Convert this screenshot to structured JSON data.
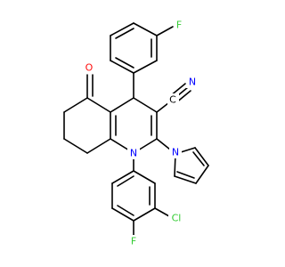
{
  "molecule": {
    "atoms": {
      "o_ketone": {
        "label": "O",
        "color": "#ff0d0d"
      },
      "f_top": {
        "label": "F",
        "color": "#33cc33"
      },
      "n_nitrile": {
        "label": "N",
        "color": "#0000ff"
      },
      "n_pyrrole": {
        "label": "N",
        "color": "#0000ff"
      },
      "n_ring": {
        "label": "N",
        "color": "#0000ff"
      },
      "cl": {
        "label": "Cl",
        "color": "#33cc33"
      },
      "f_bottom": {
        "label": "F",
        "color": "#33cc33"
      }
    },
    "nitrile_carbon": {
      "label": "C",
      "color": "#000000"
    }
  }
}
